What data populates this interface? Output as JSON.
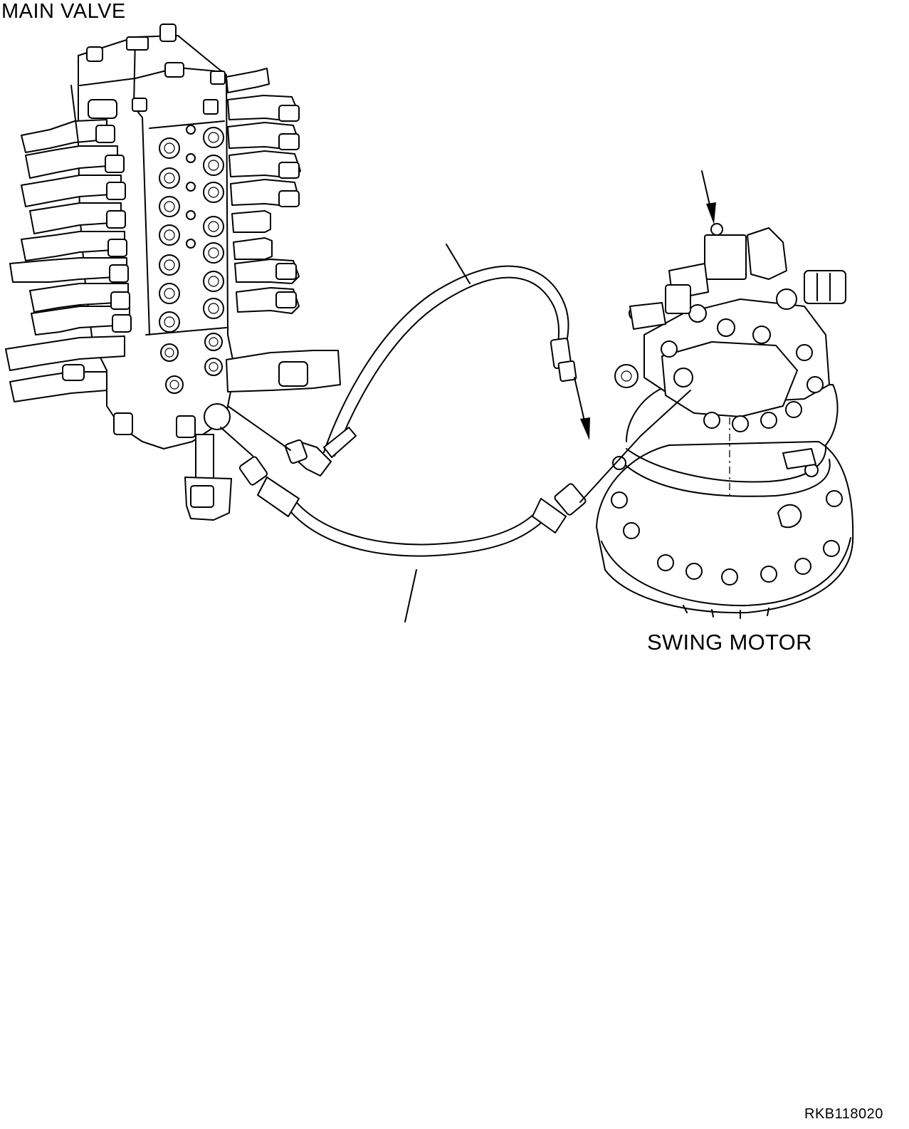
{
  "labels": {
    "main_valve": "MAIN VALVE",
    "swing_motor": "SWING MOTOR",
    "drawing_number": "RKB118020"
  }
}
